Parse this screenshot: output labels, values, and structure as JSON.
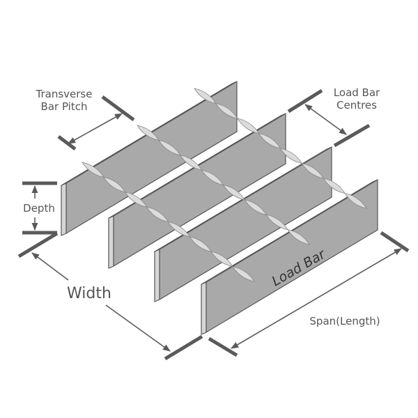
{
  "labels": {
    "transverse_line1": "Transverse",
    "transverse_line2": "Bar Pitch",
    "centres_line1": "Load Bar",
    "centres_line2": "Centres",
    "depth": "Depth",
    "width": "Width",
    "span": "Span(Length)",
    "load_bar": "Load Bar"
  },
  "colors": {
    "bar_face": "#a9a9a9",
    "bar_edge": "#d6d6d6",
    "outline": "#555555",
    "crossbar": "#dcdcdc",
    "dimension": "#5a5a5a"
  }
}
